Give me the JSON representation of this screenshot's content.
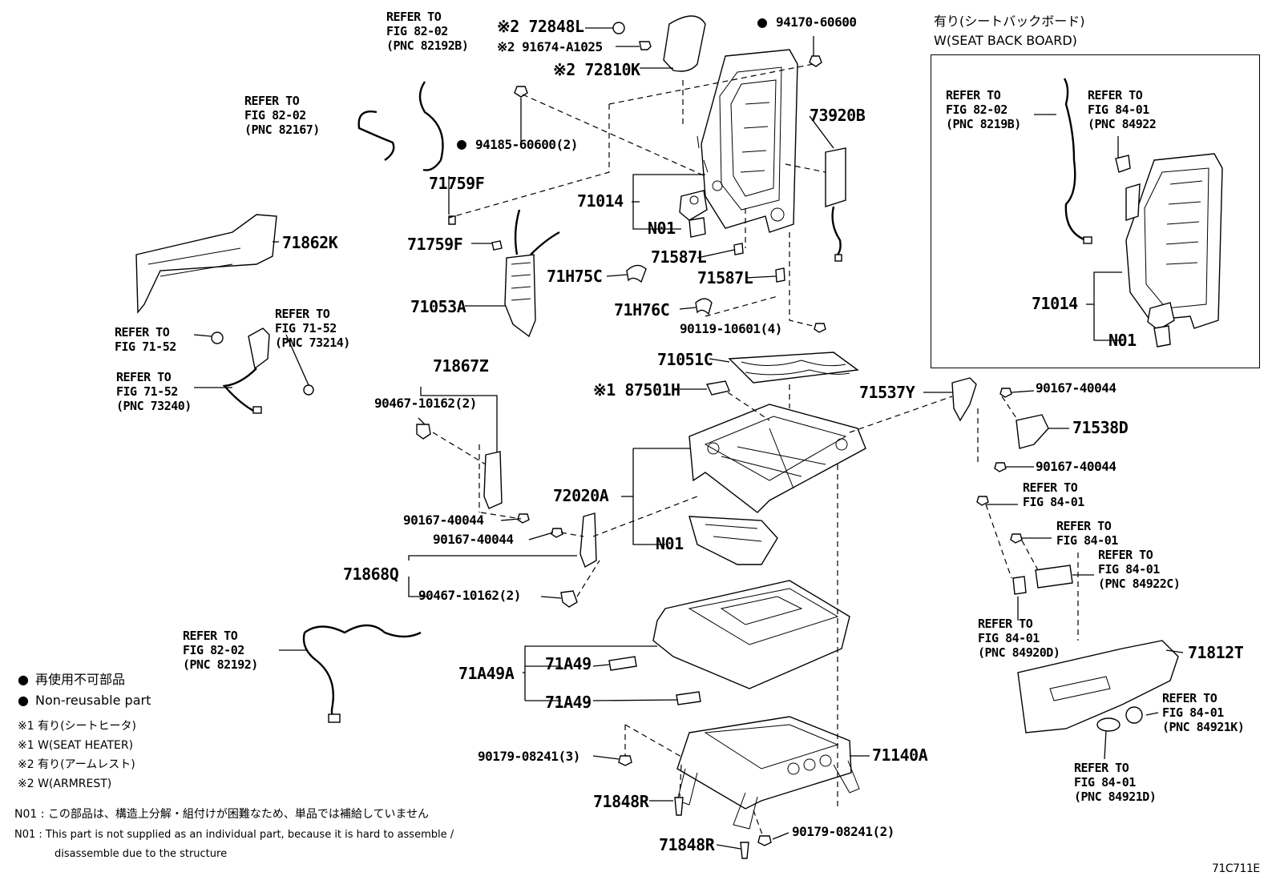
{
  "diagram": {
    "figure_code": "71C711E",
    "inset": {
      "title_jp": "有り(シートバックボード)",
      "title_en": "W(SEAT BACK BOARD)",
      "refer_82_02": "REFER TO\nFIG 82-02\n(PNC 8219B)",
      "refer_84_01": "REFER TO\nFIG 84-01\n(PNC 84922",
      "part_71014": "71014",
      "part_N01": "N01"
    },
    "labels": {
      "ref_82192B": "REFER TO\nFIG 82-02\n(PNC 82192B)",
      "ref_82167": "REFER TO\nFIG 82-02\n(PNC 82167)",
      "p_72848L": "※2 72848L",
      "p_91674": "※2 91674-A1025",
      "p_72810K": "※2 72810K",
      "p_94170": "94170-60600",
      "p_94185": "94185-60600(2)",
      "p_73920B": "73920B",
      "p_71759F_a": "71759F",
      "p_71759F_b": "71759F",
      "p_71014": "71014",
      "p_N01_a": "N01",
      "p_71862K": "71862K",
      "p_71587L_a": "71587L",
      "p_71587L_b": "71587L",
      "p_71H75C": "71H75C",
      "p_71053A": "71053A",
      "p_71H76C": "71H76C",
      "p_90119": "90119-10601(4)",
      "ref_71_52_a": "REFER TO\nFIG 71-52",
      "ref_73214": "REFER TO\nFIG 71-52\n(PNC 73214)",
      "ref_73240": "REFER TO\nFIG 71-52\n(PNC 73240)",
      "p_71051C": "71051C",
      "p_87501H": "※1 87501H",
      "p_71537Y": "71537Y",
      "p_90167_r1": "90167-40044",
      "p_71538D": "71538D",
      "p_90167_r2": "90167-40044",
      "p_71867Z": "71867Z",
      "p_90467_a": "90467-10162(2)",
      "p_72020A": "72020A",
      "p_90167_l1": "90167-40044",
      "p_90167_l2": "90167-40044",
      "p_N01_b": "N01",
      "p_71868Q": "71868Q",
      "p_90467_b": "90467-10162(2)",
      "ref_84_01_a": "REFER TO\nFIG 84-01",
      "ref_84_01_b": "REFER TO\nFIG 84-01",
      "ref_84922C": "REFER TO\nFIG 84-01\n(PNC 84922C)",
      "ref_84920D": "REFER TO\nFIG 84-01\n(PNC 84920D)",
      "ref_82192": "REFER TO\nFIG 82-02\n(PNC 82192)",
      "p_71A49A": "71A49A",
      "p_71A49_a": "71A49",
      "p_71A49_b": "71A49",
      "p_71812T": "71812T",
      "ref_84921K": "REFER TO\nFIG 84-01\n(PNC 84921K)",
      "ref_84921D": "REFER TO\nFIG 84-01\n(PNC 84921D)",
      "p_90179_a": "90179-08241(3)",
      "p_71140A": "71140A",
      "p_71848R_a": "71848R",
      "p_71848R_b": "71848R",
      "p_90179_b": "90179-08241(2)"
    },
    "legend": {
      "nonreusable_jp": "再使用不可部品",
      "nonreusable_en": "Non-reusable part",
      "note1_jp": "※1 有り(シートヒータ)",
      "note1_en": "※1 W(SEAT HEATER)",
      "note2_jp": "※2 有り(アームレスト)",
      "note2_en": "※2 W(ARMREST)",
      "n01_jp": "N01 : この部品は、構造上分解・組付けが困難なため、単品では補給していません",
      "n01_en_1": "N01 : This part is not supplied as an individual part, because it is hard to assemble /",
      "n01_en_2": "disassemble due to the structure"
    }
  }
}
